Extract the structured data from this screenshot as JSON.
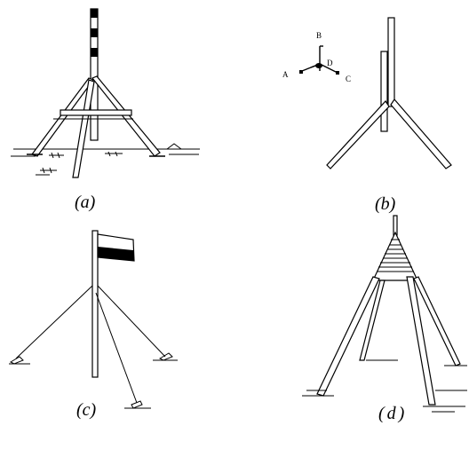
{
  "captions": {
    "a": "(a)",
    "b": "(b)",
    "c": "(c)",
    "d": "(d)"
  },
  "labels": {
    "A": "A",
    "B": "B",
    "C": "C",
    "D": "D"
  }
}
